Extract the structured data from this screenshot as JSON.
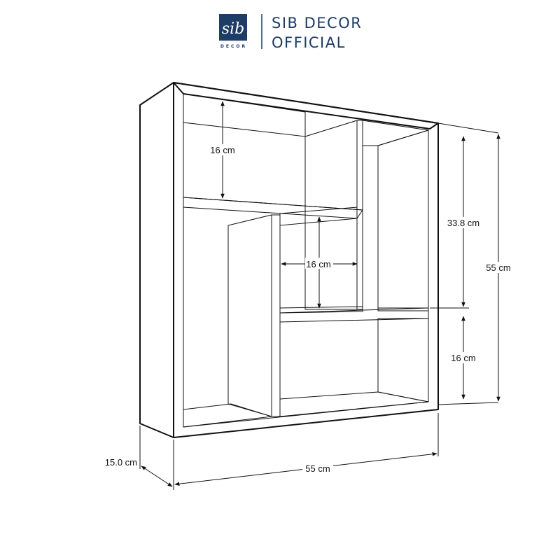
{
  "brand": {
    "logo_monogram": "sib",
    "logo_subtext": "DECOR",
    "name_line1": "SIB DECOR",
    "name_line2": "OFFICIAL",
    "color": "#1d3c66"
  },
  "dimensions": {
    "top_compartment_height": "16 cm",
    "middle_compartment_width": "16 cm",
    "upper_section_height": "33.8 cm",
    "total_height": "55 cm",
    "bottom_section_height": "16 cm",
    "depth": "15.0 cm",
    "total_width": "55 cm"
  },
  "colors": {
    "shade_dark": "#6e6e6e",
    "shade_light": "#ffffff",
    "line": "#111111"
  }
}
